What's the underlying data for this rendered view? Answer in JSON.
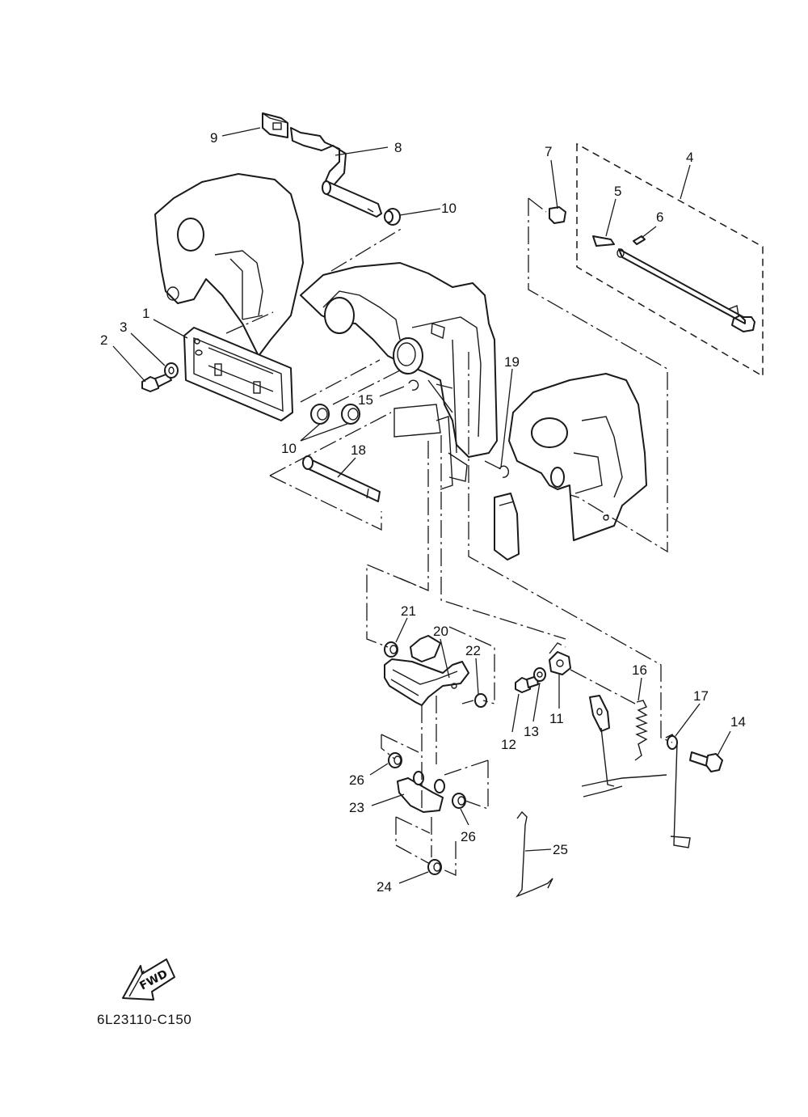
{
  "diagram_code": "6L23110-C150",
  "fwd_label": "FWD",
  "callouts": [
    {
      "id": "c1",
      "text": "1"
    },
    {
      "id": "c2",
      "text": "2"
    },
    {
      "id": "c3",
      "text": "3"
    },
    {
      "id": "c4",
      "text": "4"
    },
    {
      "id": "c5",
      "text": "5"
    },
    {
      "id": "c6",
      "text": "6"
    },
    {
      "id": "c7",
      "text": "7"
    },
    {
      "id": "c8",
      "text": "8"
    },
    {
      "id": "c9",
      "text": "9"
    },
    {
      "id": "c10a",
      "text": "10"
    },
    {
      "id": "c10b",
      "text": "10"
    },
    {
      "id": "c11",
      "text": "11"
    },
    {
      "id": "c12",
      "text": "12"
    },
    {
      "id": "c13",
      "text": "13"
    },
    {
      "id": "c14",
      "text": "14"
    },
    {
      "id": "c15",
      "text": "15"
    },
    {
      "id": "c16",
      "text": "16"
    },
    {
      "id": "c17",
      "text": "17"
    },
    {
      "id": "c18",
      "text": "18"
    },
    {
      "id": "c19",
      "text": "19"
    },
    {
      "id": "c20",
      "text": "20"
    },
    {
      "id": "c21",
      "text": "21"
    },
    {
      "id": "c22",
      "text": "22"
    },
    {
      "id": "c23",
      "text": "23"
    },
    {
      "id": "c24",
      "text": "24"
    },
    {
      "id": "c25",
      "text": "25"
    },
    {
      "id": "c26a",
      "text": "26"
    },
    {
      "id": "c26b",
      "text": "26"
    }
  ]
}
